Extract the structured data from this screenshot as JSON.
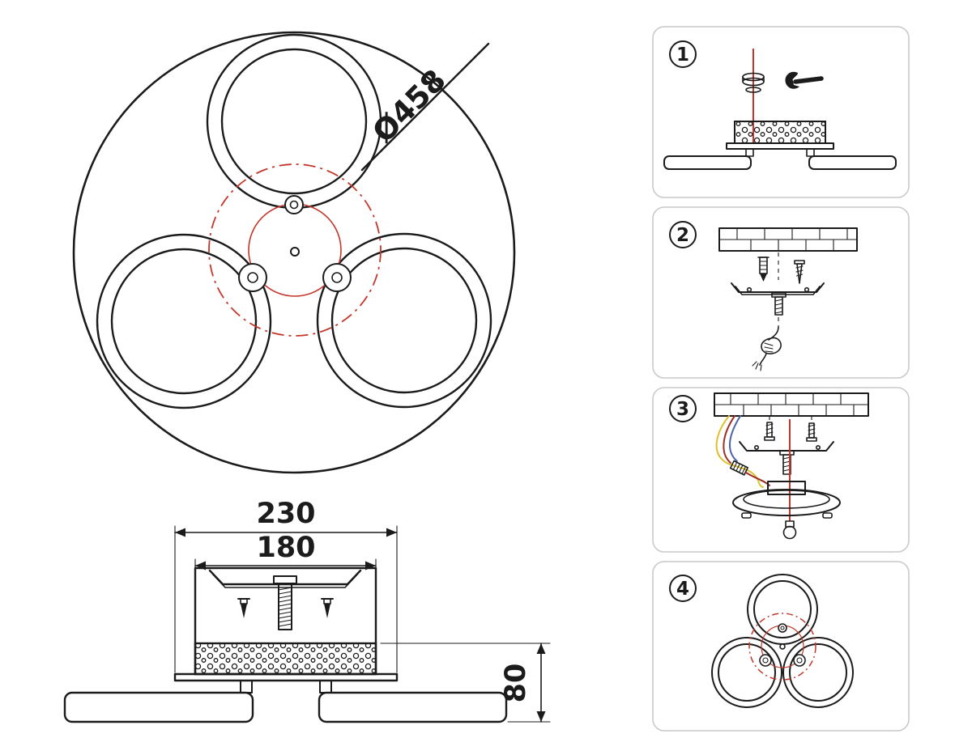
{
  "top_view": {
    "diameter_label": "Ø458"
  },
  "side_view": {
    "outer_width_label": "230",
    "inner_width_label": "180",
    "height_label": "80"
  },
  "steps": [
    {
      "number": "1"
    },
    {
      "number": "2"
    },
    {
      "number": "3"
    },
    {
      "number": "4"
    }
  ],
  "colors": {
    "line": "#1b1b1b",
    "accent_red": "#c4362b",
    "panel_border": "#c9c9c9",
    "wire_yellow": "#dfc02f",
    "wire_red": "#9d2f23",
    "wire_blue": "#4a62a8"
  }
}
